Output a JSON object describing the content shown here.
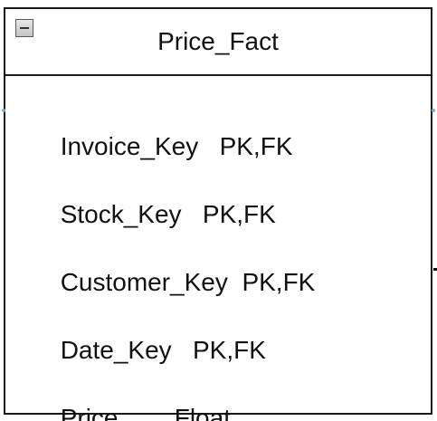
{
  "entity": {
    "title": "Price_Fact",
    "attributes": [
      {
        "name": "Invoice_Key",
        "spacer": "   ",
        "type": "PK,FK"
      },
      {
        "name": "Stock_Key",
        "spacer": "   ",
        "type": "PK,FK"
      },
      {
        "name": "Customer_Key",
        "spacer": "  ",
        "type": "PK,FK"
      },
      {
        "name": "Date_Key",
        "spacer": "   ",
        "type": "PK,FK"
      },
      {
        "name": "Price",
        "spacer": "        ",
        "type": "Float"
      }
    ]
  },
  "icons": {
    "collapse": "minus-box-icon"
  },
  "colors": {
    "border": "#1a1a1a",
    "connector": "#7aaed6"
  }
}
